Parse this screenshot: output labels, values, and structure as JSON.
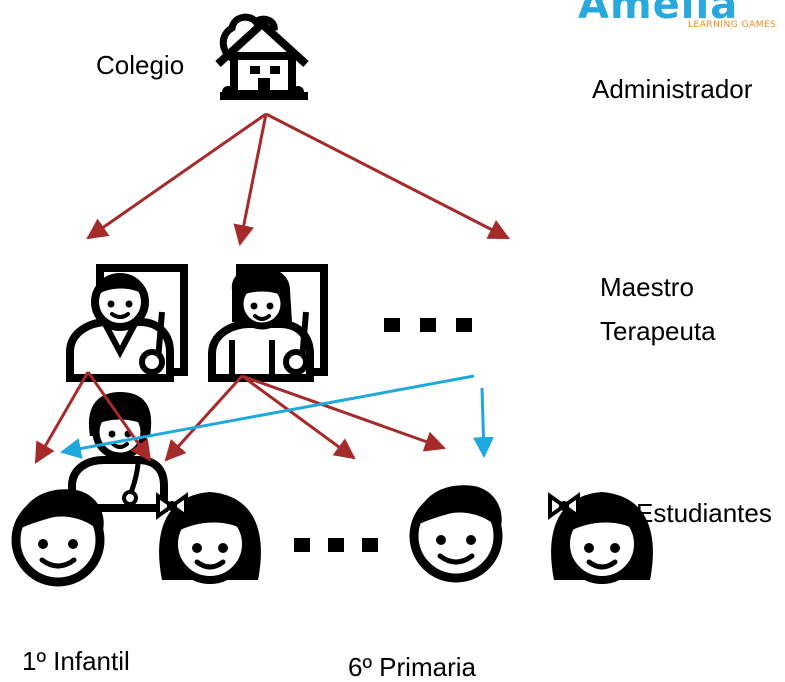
{
  "logo": {
    "wordmark": "Amelia",
    "tagline": "LEARNING GAMES"
  },
  "labels": {
    "school": "Colegio",
    "admin": "Administrador",
    "teacher": "Maestro",
    "therapist": "Terapeuta",
    "students": "Estudiantes",
    "grade_first": "1º Infantil",
    "grade_last": "6º Primaria"
  },
  "colors": {
    "admin_link": "#a52a2a",
    "therapist_link": "#1fa8e0",
    "icon": "#000000",
    "background": "#ffffff"
  },
  "icons": [
    "school-building-icon",
    "man-teacher-icon",
    "woman-teacher-icon",
    "woman-doctor-icon",
    "boy-icon",
    "girl-icon",
    "ellipsis-icon"
  ]
}
